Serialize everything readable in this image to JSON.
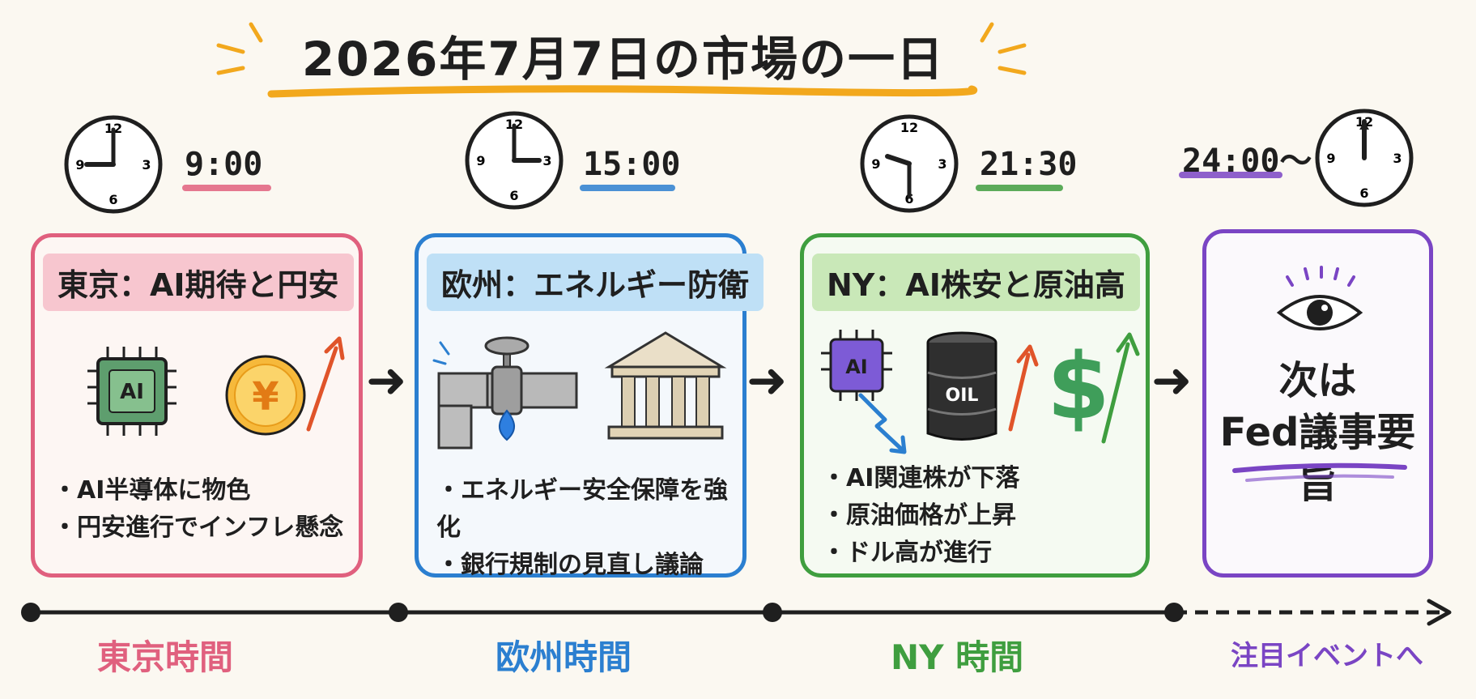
{
  "title": "2026年7月7日の市場の一日",
  "colors": {
    "tokyo": "#e0607e",
    "europe": "#2b7fd0",
    "ny": "#3f9e3f",
    "event": "#7a45c4",
    "title_underline": "#f2a81d"
  },
  "timeline": {
    "segments": [
      {
        "label": "東京時間"
      },
      {
        "label": "欧州時間"
      },
      {
        "label": "NY 時間"
      },
      {
        "label": "注目イベントへ"
      }
    ]
  },
  "sessions": [
    {
      "time": "9:00",
      "heading": "東京：AI期待と円安",
      "icons": [
        "ai-chip-icon",
        "yen-coin-icon",
        "up-arrow-icon"
      ],
      "chip_label": "AI",
      "coin_label": "¥",
      "bullets": [
        "AI半導体に物色",
        "円安進行でインフレ懸念"
      ]
    },
    {
      "time": "15:00",
      "heading": "欧州：エネルギー防衛",
      "icons": [
        "gas-pipe-valve-icon",
        "flame-icon",
        "bank-building-icon"
      ],
      "bullets": [
        "エネルギー安全保障を強化",
        "銀行規制の見直し議論"
      ]
    },
    {
      "time": "21:30",
      "heading": "NY：AI株安と原油高",
      "icons": [
        "ai-chip-icon",
        "down-arrow-icon",
        "oil-barrel-icon",
        "up-arrow-icon",
        "dollar-sign-icon"
      ],
      "chip_label": "AI",
      "barrel_label": "OIL",
      "dollar_label": "$",
      "bullets": [
        "AI関連株が下落",
        "原油価格が上昇",
        "ドル高が進行"
      ]
    },
    {
      "time": "24:00～",
      "icons": [
        "eye-icon"
      ],
      "next_line1": "次は",
      "next_line2": "Fed議事要旨"
    }
  ],
  "clock_numbers": [
    "12",
    "3",
    "6",
    "9"
  ]
}
